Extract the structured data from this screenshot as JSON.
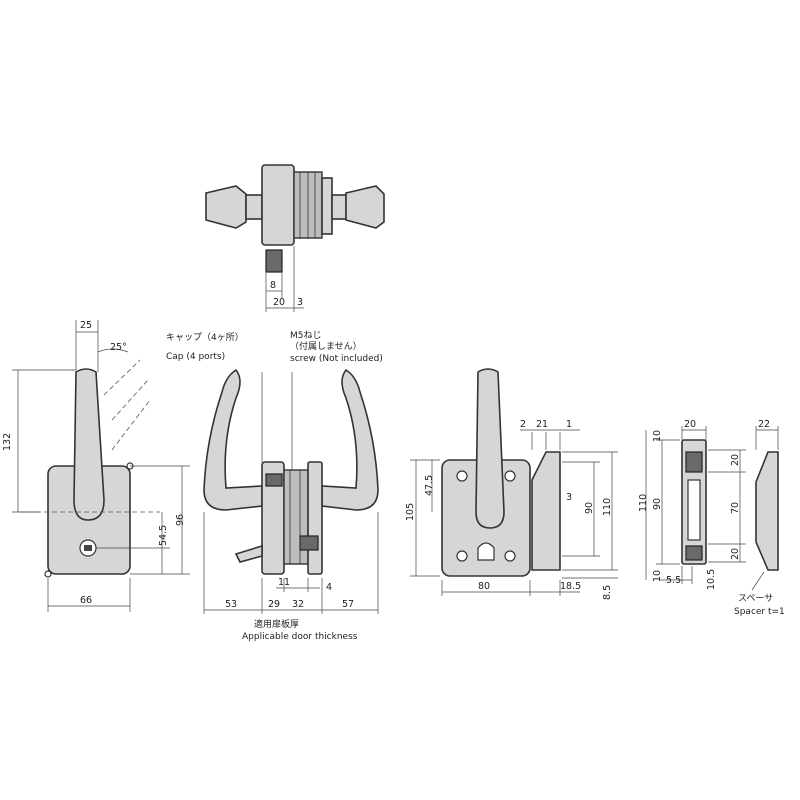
{
  "top_view": {
    "dims": {
      "d8": "8",
      "d20": "20",
      "d3": "3"
    }
  },
  "front_view": {
    "dims": {
      "d25": "25",
      "angle": "25°",
      "d132": "132",
      "d96": "96",
      "d54_5": "54.5",
      "d66": "66"
    }
  },
  "side_view": {
    "notes": {
      "cap_jp": "キャップ（4ヶ所）",
      "cap_en": "Cap (4 ports)",
      "screw_jp_1": "M5ねじ",
      "screw_jp_2": "（付属しません）",
      "screw_en": "screw (Not included)",
      "door_jp": "適用扉板厚",
      "door_en": "Applicable door thickness"
    },
    "dims": {
      "d53": "53",
      "d29": "29",
      "d32": "32",
      "d57": "57",
      "d11": "11",
      "d4": "4"
    }
  },
  "back_view": {
    "dims": {
      "d47_5": "47.5",
      "d105": "105",
      "d80": "80",
      "d2": "2",
      "d21": "21",
      "d1": "1",
      "d3": "3",
      "d90": "90",
      "d110": "110",
      "d18_5": "18.5",
      "d8_5": "8.5"
    }
  },
  "strike_view": {
    "dims": {
      "d10a": "10",
      "d20a": "20",
      "d20b": "20",
      "d90": "90",
      "d110": "110",
      "d70": "70",
      "d20c": "20",
      "d10b": "10",
      "d5_5": "5.5",
      "d10_5": "10.5"
    }
  },
  "spacer_view": {
    "label_jp": "スペーサ",
    "label_en": "Spacer t=1",
    "dims": {
      "d22": "22"
    }
  }
}
